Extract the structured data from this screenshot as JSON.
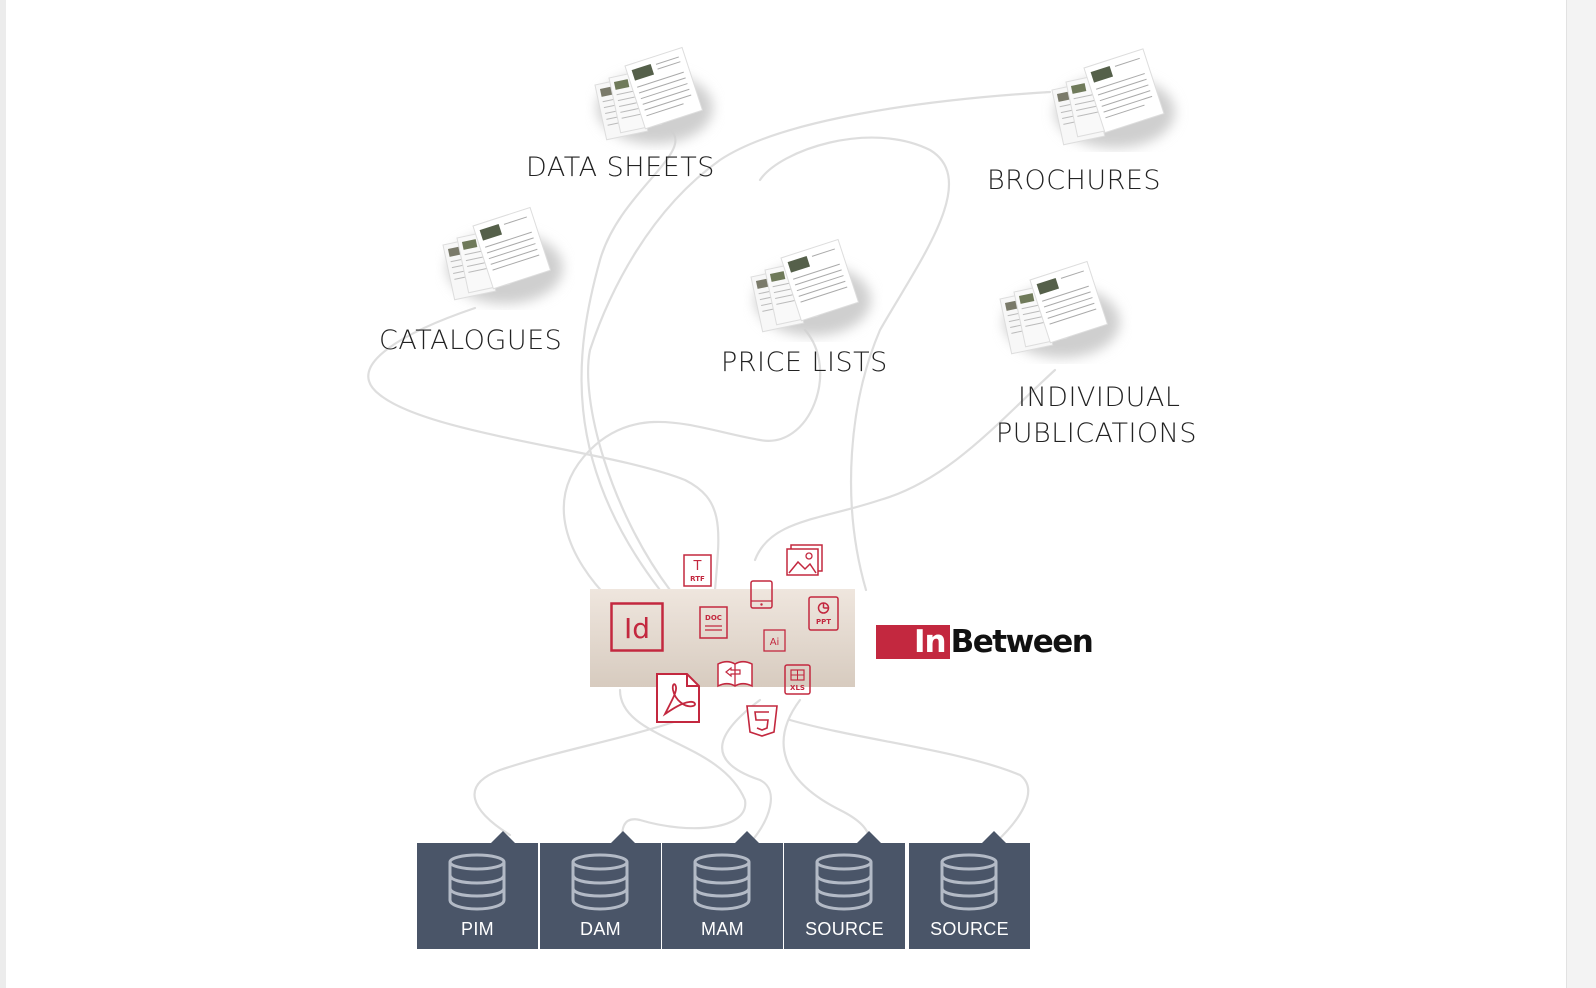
{
  "outputs": [
    {
      "key": "datasheets",
      "label": "DATA SHEETS"
    },
    {
      "key": "brochures",
      "label": "BROCHURES"
    },
    {
      "key": "catalogues",
      "label": "CATALOGUES"
    },
    {
      "key": "pricelists",
      "label": "PRICE LISTS"
    },
    {
      "key": "individual",
      "label_line1": "INDIVIDUAL",
      "label_line2": "PUBLICATIONS"
    }
  ],
  "platform": {
    "brand_in": "In",
    "brand_rest": "Between",
    "brand_color": "#c3283f",
    "format_icons": [
      {
        "name": "indesign-icon",
        "text": "Id"
      },
      {
        "name": "rtf-icon",
        "text": "RTF"
      },
      {
        "name": "doc-icon",
        "text": "DOC"
      },
      {
        "name": "tablet-icon",
        "text": ""
      },
      {
        "name": "image-icon",
        "text": ""
      },
      {
        "name": "ppt-icon",
        "text": "PPT"
      },
      {
        "name": "illustrator-icon",
        "text": "Ai"
      },
      {
        "name": "pdf-icon",
        "text": ""
      },
      {
        "name": "ebook-icon",
        "text": ""
      },
      {
        "name": "xls-icon",
        "text": "XLS"
      },
      {
        "name": "html5-icon",
        "text": "5"
      }
    ]
  },
  "sources": [
    {
      "label": "PIM"
    },
    {
      "label": "DAM"
    },
    {
      "label": "MAM"
    },
    {
      "label": "SOURCE"
    },
    {
      "label": "SOURCE"
    }
  ],
  "colors": {
    "source_box": "#4a5568",
    "accent": "#c3283f",
    "curve": "#dedede"
  }
}
